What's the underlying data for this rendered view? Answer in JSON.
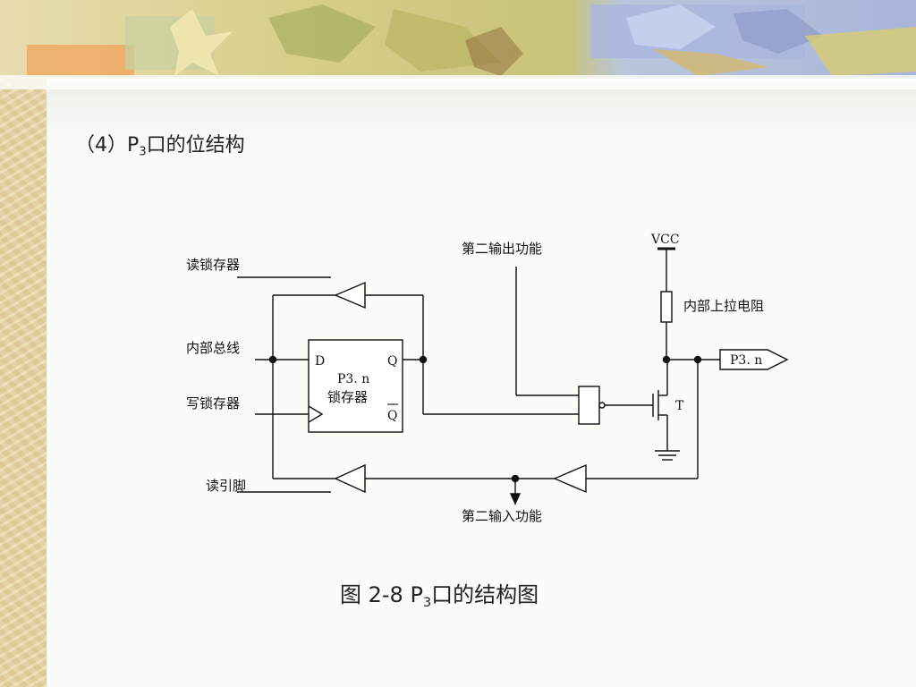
{
  "heading": {
    "prefix": "（4）",
    "p": "P",
    "sub": "3",
    "suffix": "口的位结构"
  },
  "diagram": {
    "labels": {
      "read_latch": "读锁存器",
      "internal_bus": "内部总线",
      "write_latch": "写锁存器",
      "read_pin": "读引脚",
      "second_output": "第二输出功能",
      "second_input": "第二输入功能",
      "vcc": "VCC",
      "pullup": "内部上拉电阻",
      "latch_name": "P3. n",
      "latch_sub": "锁存器",
      "pin_d": "D",
      "pin_q": "Q",
      "pin_qbar": "Q",
      "transistor": "T",
      "port_pin": "P3. n"
    }
  },
  "caption": {
    "prefix": "图 2-8  P",
    "sub": "3",
    "suffix": "口的结构图"
  }
}
